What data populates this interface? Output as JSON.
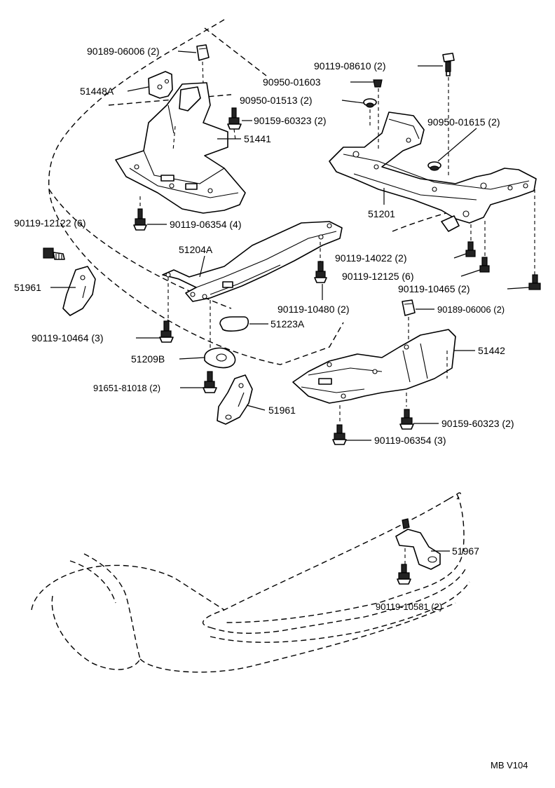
{
  "labels": {
    "l1": "90189-06006 (2)",
    "l2": "51448A",
    "l3": "90950-01603",
    "l4": "90119-08610 (2)",
    "l5": "90950-01513 (2)",
    "l6": "90159-60323 (2)",
    "l7": "90950-01615 (2)",
    "l8": "51441",
    "l9": "51201",
    "l10": "90119-12122 (6)",
    "l11": "90119-06354 (4)",
    "l12": "51204A",
    "l13": "90119-14022 (2)",
    "l14": "90119-12125 (6)",
    "l15": "51961",
    "l16": "90119-10465 (2)",
    "l17": "90119-10480 (2)",
    "l18": "90189-06006 (2)",
    "l19": "51223A",
    "l20": "90119-10464 (3)",
    "l21": "51442",
    "l22": "51209B",
    "l23": "91651-81018 (2)",
    "l24": "51961",
    "l25": "90159-60323 (2)",
    "l26": "90119-06354 (3)",
    "l27": "51967",
    "l28": "90119-10581 (2)"
  },
  "footer": {
    "code": "MB V104"
  }
}
